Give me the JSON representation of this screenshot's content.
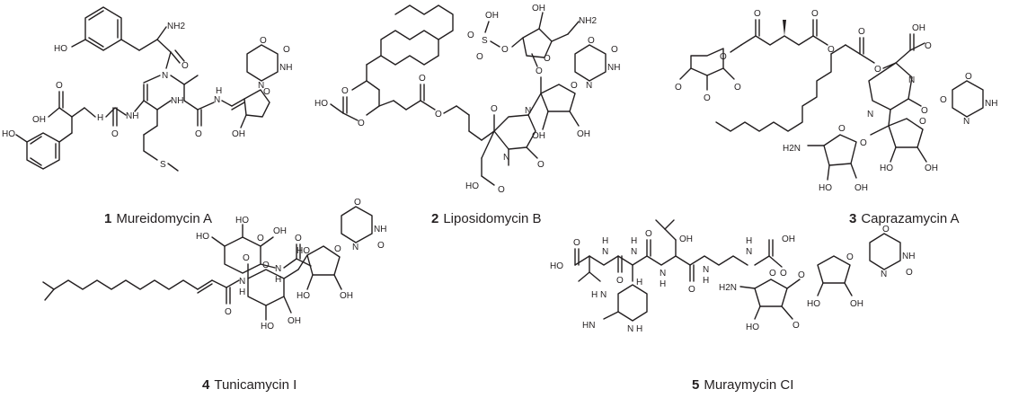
{
  "compounds": [
    {
      "number": "1",
      "name": "Mureidomycin A",
      "labels": {
        "oh_phenol_top": "HO",
        "nh2": "NH2",
        "n_methyl": "N",
        "oh_acid": "OH",
        "o_acid": "O",
        "n_h1": "H",
        "n_h2": "H",
        "o_urea": "O",
        "nh1": "NH",
        "nh2_amide": "NH",
        "o_amide1": "O",
        "o_amide2": "O",
        "nh_enamine": "N",
        "h_enamine": "H",
        "oh_phenol_bottom": "HO",
        "s": "S",
        "o_ring": "O",
        "oh_ring": "OH",
        "n_uracil": "N",
        "nh_uracil": "NH",
        "o_uracil1": "O",
        "o_uracil2": "O"
      }
    },
    {
      "number": "2",
      "name": "Liposidomycin B",
      "labels": {
        "ho_acid": "HO",
        "o_acid": "O",
        "o_ester": "O",
        "o_ester2": "O",
        "o_ester3": "O",
        "o_ester4": "O",
        "n_ring1": "N",
        "n_ring2": "N",
        "o_ring_amide": "O",
        "ho_acid2": "HO",
        "o_acid2": "O",
        "oh_sugar": "OH",
        "o_sugar_ring": "O",
        "nh2": "NH2",
        "o_sulfate": "O",
        "s": "S",
        "oh_s": "OH",
        "o_s1": "O",
        "o_s2": "O",
        "o_link": "O",
        "o_ribose": "O",
        "oh_r1": "OH",
        "oh_r2": "OH",
        "n_uracil": "N",
        "nh_uracil": "NH",
        "o_uracil1": "O",
        "o_uracil2": "O"
      }
    },
    {
      "number": "3",
      "name": "Caprazamycin A",
      "labels": {
        "o_ester1": "O",
        "o_ester2": "O",
        "o_ester3": "O",
        "o_ester4": "O",
        "o_ester5": "O",
        "o_sugar": "O",
        "ome1": "O",
        "ome2": "O",
        "ome3": "O",
        "oh_acid": "OH",
        "o_acid": "O",
        "n_ring1": "N",
        "n_ring2": "N",
        "o_ring_amide": "O",
        "o_link": "O",
        "o_ribose": "O",
        "o_aminoribose": "O",
        "nh2": "H2N",
        "oh_r1": "HO",
        "oh_r2": "OH",
        "oh_r3": "HO",
        "oh_r4": "OH",
        "n_uracil": "N",
        "nh_uracil": "NH",
        "o_uracil1": "O",
        "o_uracil2": "O"
      }
    },
    {
      "number": "4",
      "name": "Tunicamycin I",
      "labels": {
        "oh_g1": "OH",
        "oh_g2": "HO",
        "ho_g3": "HO",
        "o_g_ring": "O",
        "nh_acetyl": "N",
        "h_acetyl": "H",
        "o_acetyl": "O",
        "o_link": "O",
        "o_t_ring": "O",
        "nh_amide": "N",
        "h_amide": "H",
        "o_amide": "O",
        "oh_t1": "HO",
        "oh_t2": "OH",
        "ho_top": "HO",
        "o_ribose": "O",
        "oh_r1": "HO",
        "oh_r2": "OH",
        "n_uracil": "N",
        "nh_uracil": "NH",
        "o_uracil1": "O",
        "o_uracil2": "O"
      }
    },
    {
      "number": "5",
      "name": "Muraymycin CI",
      "labels": {
        "ho_acid": "HO",
        "o_acid": "O",
        "nh_u1": "N",
        "h_u1": "H",
        "nh_u2": "N",
        "h_u2": "H",
        "o_urea": "O",
        "o_amide1": "O",
        "nh_amide": "N",
        "h_amide": "H",
        "o_amide2": "O",
        "oh_leu": "OH",
        "nh_chain": "N",
        "h_chain": "H",
        "nh_chain2": "N",
        "h_chain2": "H",
        "oh_acid2": "OH",
        "o_acid2": "O",
        "hn_guan": "HN",
        "nh_guan1": "N",
        "h_guan1": "H",
        "nh_guan2": "N",
        "h_guan2": "H",
        "h_stereo": "H",
        "h2n": "H2N",
        "o_amino_ring": "O",
        "o_link": "O",
        "ho_r": "HO",
        "o_ome": "O",
        "o_ribose": "O",
        "ho_r2": "HO",
        "oh_r2": "OH",
        "n_uracil": "N",
        "nh_uracil": "NH",
        "o_uracil1": "O",
        "o_uracil2": "O"
      }
    }
  ]
}
